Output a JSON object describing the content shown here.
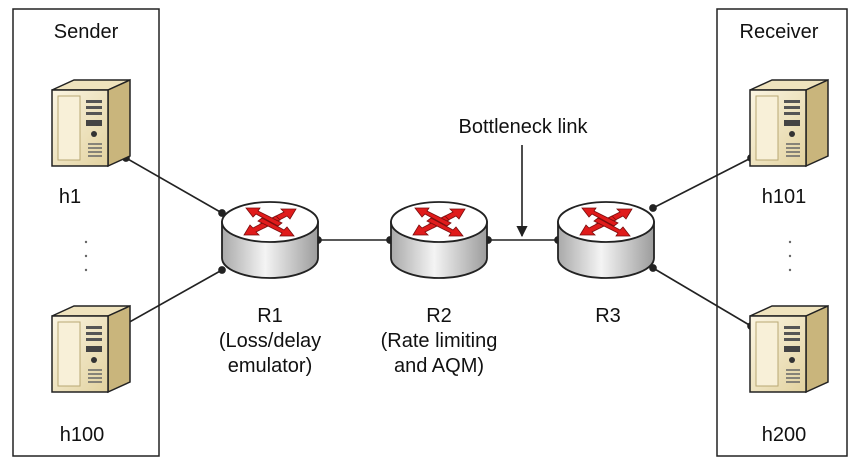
{
  "sender_box": {
    "title": "Sender"
  },
  "receiver_box": {
    "title": "Receiver"
  },
  "hosts": {
    "h1": "h1",
    "h100": "h100",
    "h101": "h101",
    "h200": "h200"
  },
  "routers": {
    "r1": {
      "name": "R1",
      "line1": "(Loss/delay",
      "line2": "emulator)"
    },
    "r2": {
      "name": "R2",
      "line1": "(Rate limiting",
      "line2": "and AQM)"
    },
    "r3": {
      "name": "R3"
    }
  },
  "annotation": {
    "bottleneck": "Bottleneck link"
  },
  "colors": {
    "server_body": "#e9dcb2",
    "server_front": "#f7eed2",
    "router_top": "#ffffff",
    "router_side": "#cfcfcf",
    "arrow": "#e01b1b",
    "line": "#222222"
  }
}
